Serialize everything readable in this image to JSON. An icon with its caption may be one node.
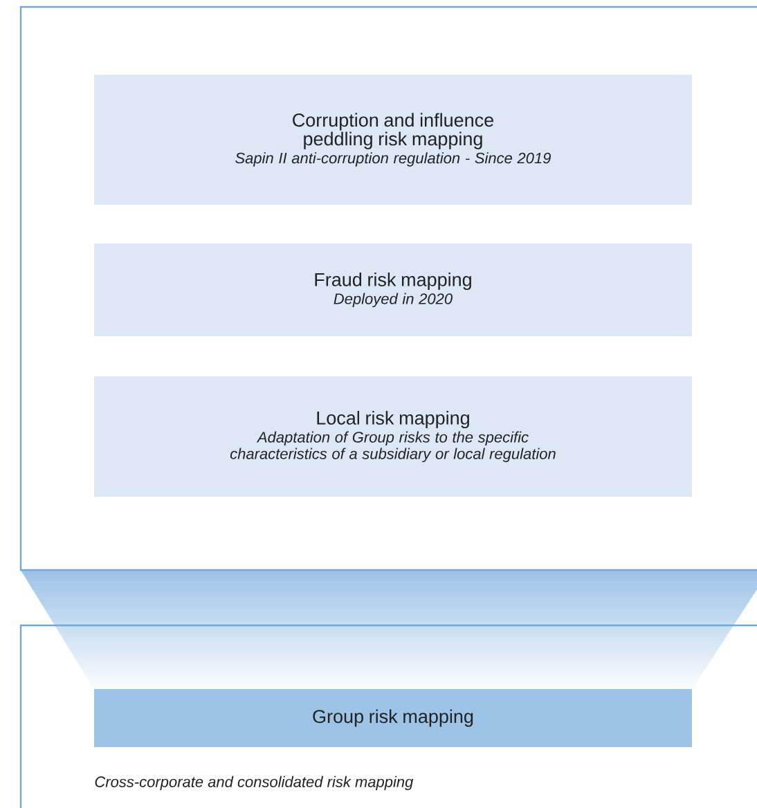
{
  "diagram": {
    "nodes": [
      {
        "text": [],
        "shape": "box"
      },
      {
        "text": [
          "Corruption and influence peddling risk mapping",
          "Sapin II anti-corruption regulation - Since 2019"
        ],
        "in": 0
      },
      {
        "text": [
          "Fraud risk mapping",
          "Deployed in 2020"
        ],
        "in": 0
      },
      {
        "text": [
          "Local risk mapping",
          "Adaptation of Group risks to the specific characteristics of a subsidiary or local regulation"
        ],
        "in": 0
      },
      {
        "text": [
          "Cross-corporate and consolidated risk mapping"
        ]
      },
      {
        "text": [
          "Group risk mapping"
        ],
        "in": 4
      }
    ]
  }
}
